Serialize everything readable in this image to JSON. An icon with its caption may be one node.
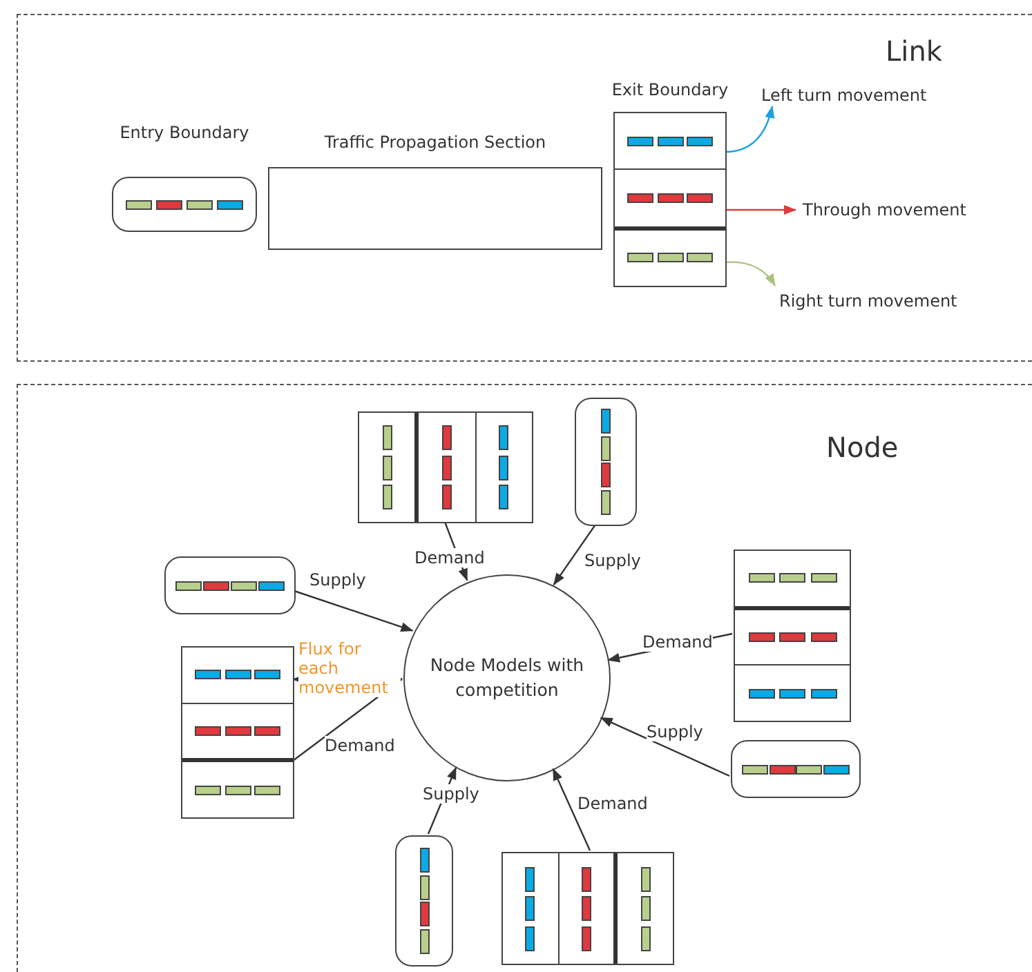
{
  "diagram": {
    "nodes": [
      {
        "text": [
          "Link"
        ]
      },
      {
        "text": [
          "Entry Boundary"
        ],
        "in": 0
      },
      {
        "text": [
          "Traffic Propagation Section"
        ],
        "in": 0
      },
      {
        "text": [
          "Exit Boundary"
        ],
        "in": 0
      },
      {
        "text": [
          "Left turn movement"
        ],
        "in": 0
      },
      {
        "text": [
          "Through movement"
        ],
        "in": 0
      },
      {
        "text": [
          "Right turn movement"
        ],
        "in": 0
      },
      {
        "text": [
          "Node"
        ]
      },
      {
        "text": [
          "Node Models with competition"
        ],
        "in": 7
      },
      {
        "text": [],
        "shape": "box",
        "in": 7
      },
      {
        "text": [],
        "shape": "box",
        "in": 7
      },
      {
        "text": [],
        "shape": "box",
        "in": 7
      },
      {
        "text": [],
        "shape": "box",
        "in": 7
      },
      {
        "text": [],
        "shape": "box",
        "in": 7
      },
      {
        "text": [],
        "shape": "box",
        "in": 7
      },
      {
        "text": [],
        "shape": "box",
        "in": 7
      },
      {
        "text": [],
        "shape": "box",
        "in": 7
      }
    ],
    "edges": [
      {
        "from": 3,
        "to": 4,
        "arrow": "to",
        "color": "#1ba1e2"
      },
      {
        "from": 3,
        "to": 5,
        "arrow": "to",
        "color": "#e0393e"
      },
      {
        "from": 3,
        "to": 6,
        "arrow": "to",
        "color": "#a9c47f"
      },
      {
        "from": 9,
        "to": 8,
        "arrow": "to",
        "label": "Demand"
      },
      {
        "from": 10,
        "to": 8,
        "arrow": "to",
        "label": "Supply"
      },
      {
        "from": 11,
        "to": 8,
        "arrow": "to",
        "label": "Supply"
      },
      {
        "from": 8,
        "to": 12,
        "arrow": "to",
        "label": "Flux for each movement"
      },
      {
        "from": 12,
        "to": 8,
        "arrow": "to",
        "label": "Demand"
      },
      {
        "from": 13,
        "to": 8,
        "arrow": "to",
        "label": "Demand"
      },
      {
        "from": 14,
        "to": 8,
        "arrow": "to",
        "label": "Supply"
      },
      {
        "from": 15,
        "to": 8,
        "arrow": "to",
        "label": "Supply"
      },
      {
        "from": 16,
        "to": 8,
        "arrow": "to",
        "label": "Demand"
      }
    ]
  }
}
